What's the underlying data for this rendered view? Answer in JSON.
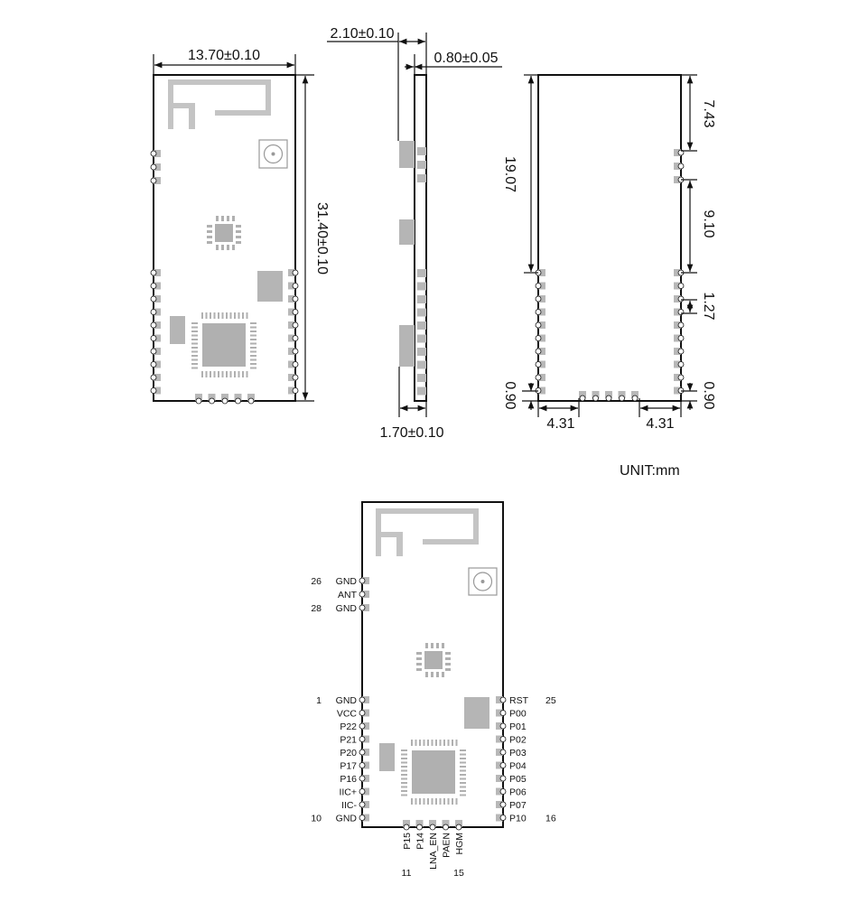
{
  "unit_label": "UNIT:mm",
  "colors": {
    "line": "#111111",
    "pad": "#b8b8b8",
    "chip": "#b0b0b0",
    "antenna": "#c4c4c4"
  },
  "dimensions": {
    "width": "13.70±0.10",
    "length": "31.40±0.10",
    "thickness_total": "2.10±0.10",
    "pcb_thickness": "0.80±0.05",
    "shield_height": "1.70±0.10",
    "top_to_first_pin": "7.43",
    "pin_group_gap": "9.10",
    "antenna_to_pins": "19.07",
    "pin_pitch": "1.27",
    "bottom_left_offset": "0.90",
    "bottom_right_offset": "0.90",
    "bottom_left_span": "4.31",
    "bottom_right_span": "4.31"
  },
  "pinout": {
    "left_top": [
      {
        "num": "26",
        "name": "GND"
      },
      {
        "num": "",
        "name": "ANT"
      },
      {
        "num": "28",
        "name": "GND"
      }
    ],
    "left": [
      {
        "num": "1",
        "name": "GND"
      },
      {
        "num": "",
        "name": "VCC"
      },
      {
        "num": "",
        "name": "P22"
      },
      {
        "num": "",
        "name": "P21"
      },
      {
        "num": "",
        "name": "P20"
      },
      {
        "num": "",
        "name": "P17"
      },
      {
        "num": "",
        "name": "P16"
      },
      {
        "num": "",
        "name": "IIC+"
      },
      {
        "num": "",
        "name": "IIC-"
      },
      {
        "num": "10",
        "name": "GND"
      }
    ],
    "right": [
      {
        "num": "25",
        "name": "RST"
      },
      {
        "num": "",
        "name": "P00"
      },
      {
        "num": "",
        "name": "P01"
      },
      {
        "num": "",
        "name": "P02"
      },
      {
        "num": "",
        "name": "P03"
      },
      {
        "num": "",
        "name": "P04"
      },
      {
        "num": "",
        "name": "P05"
      },
      {
        "num": "",
        "name": "P06"
      },
      {
        "num": "",
        "name": "P07"
      },
      {
        "num": "16",
        "name": "P10"
      }
    ],
    "bottom": [
      "P15",
      "P14",
      "LNA_EN",
      "PAEN",
      "HGM"
    ],
    "bottom_numbers": {
      "first": "11",
      "last": "15"
    }
  }
}
